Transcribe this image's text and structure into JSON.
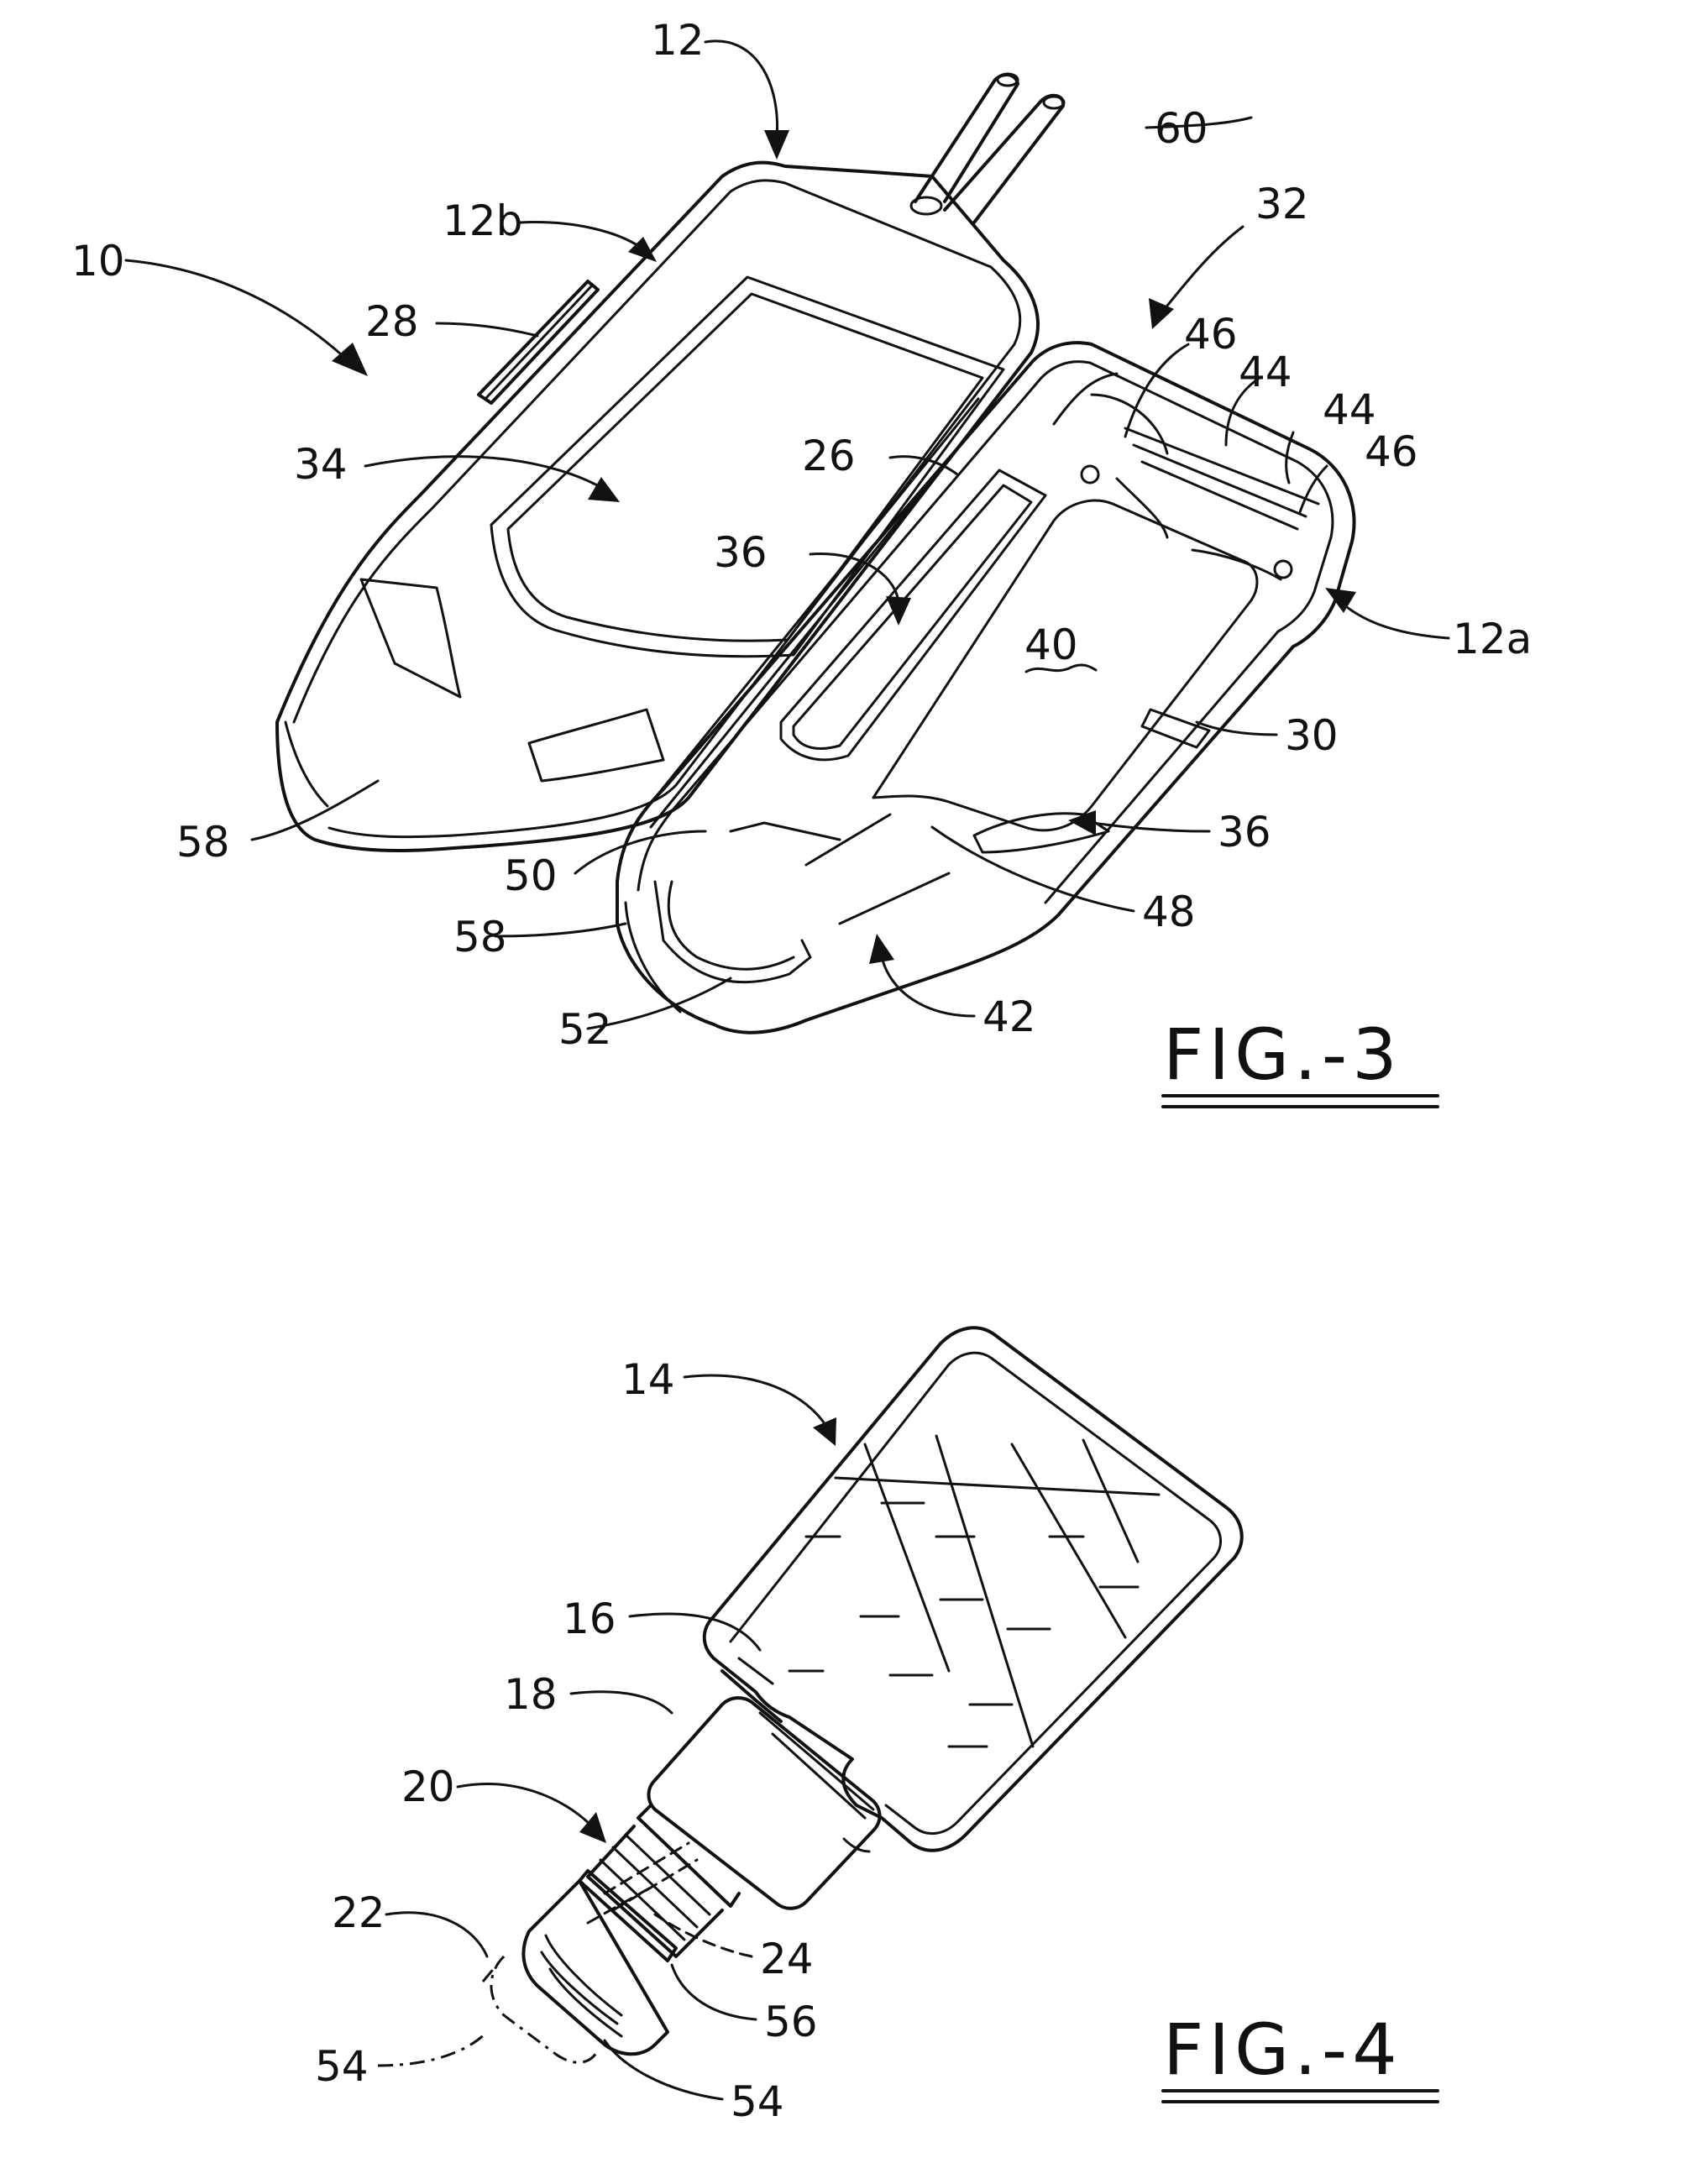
{
  "figure3": {
    "caption": "FIG.-3",
    "labels": {
      "l10": "10",
      "l12": "12",
      "l12b": "12b",
      "l12a": "12a",
      "l60": "60",
      "l32": "32",
      "l28": "28",
      "l34": "34",
      "l26": "26",
      "l36a": "36",
      "l36b": "36",
      "l40": "40",
      "l46a": "46",
      "l44a": "44",
      "l44b": "44",
      "l46b": "46",
      "l30": "30",
      "l58a": "58",
      "l58b": "58",
      "l50": "50",
      "l48": "48",
      "l52": "52",
      "l42": "42"
    }
  },
  "figure4": {
    "caption": "FIG.-4",
    "labels": {
      "l14": "14",
      "l16": "16",
      "l18": "18",
      "l20": "20",
      "l22": "22",
      "l24": "24",
      "l56": "56",
      "l54a": "54",
      "l54b": "54"
    }
  }
}
